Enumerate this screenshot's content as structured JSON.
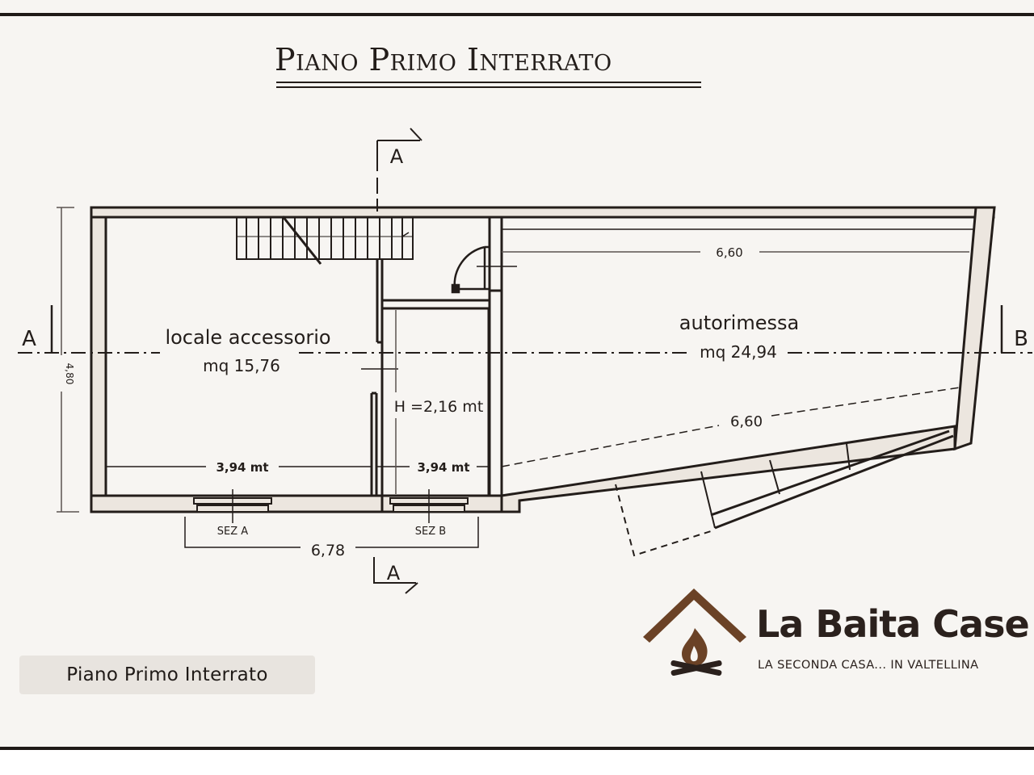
{
  "title": "Piano Primo Interrato",
  "caption": "Piano Primo Interrato",
  "rooms": [
    {
      "name": "locale accessorio",
      "area": "mq 15,76"
    },
    {
      "name": "autorimessa",
      "area": "mq 24,94"
    }
  ],
  "storage_height": "H =2,16 mt",
  "dimensions": {
    "left_height": "4,80",
    "room1_width": "3,94 mt",
    "room2_width": "3,94 mt",
    "garage_top": "6,60",
    "garage_diagonal": "6,60",
    "total_bottom": "6,78"
  },
  "sections": {
    "a_left": "A",
    "b_right": "B",
    "a_top": "A",
    "a_bottom": "A",
    "sez_a": "SEZ A",
    "sez_b": "SEZ B"
  },
  "logo": {
    "name": "La Baita Case",
    "tagline": "LA SECONDA CASA... IN VALTELLINA",
    "icon": "cabin-roof-campfire-icon",
    "brand_color": "#6b4226",
    "text_color": "#2b211d"
  },
  "colors": {
    "background": "#f7f5f2",
    "wall_fill": "#ece6df",
    "line": "#231d1a"
  }
}
